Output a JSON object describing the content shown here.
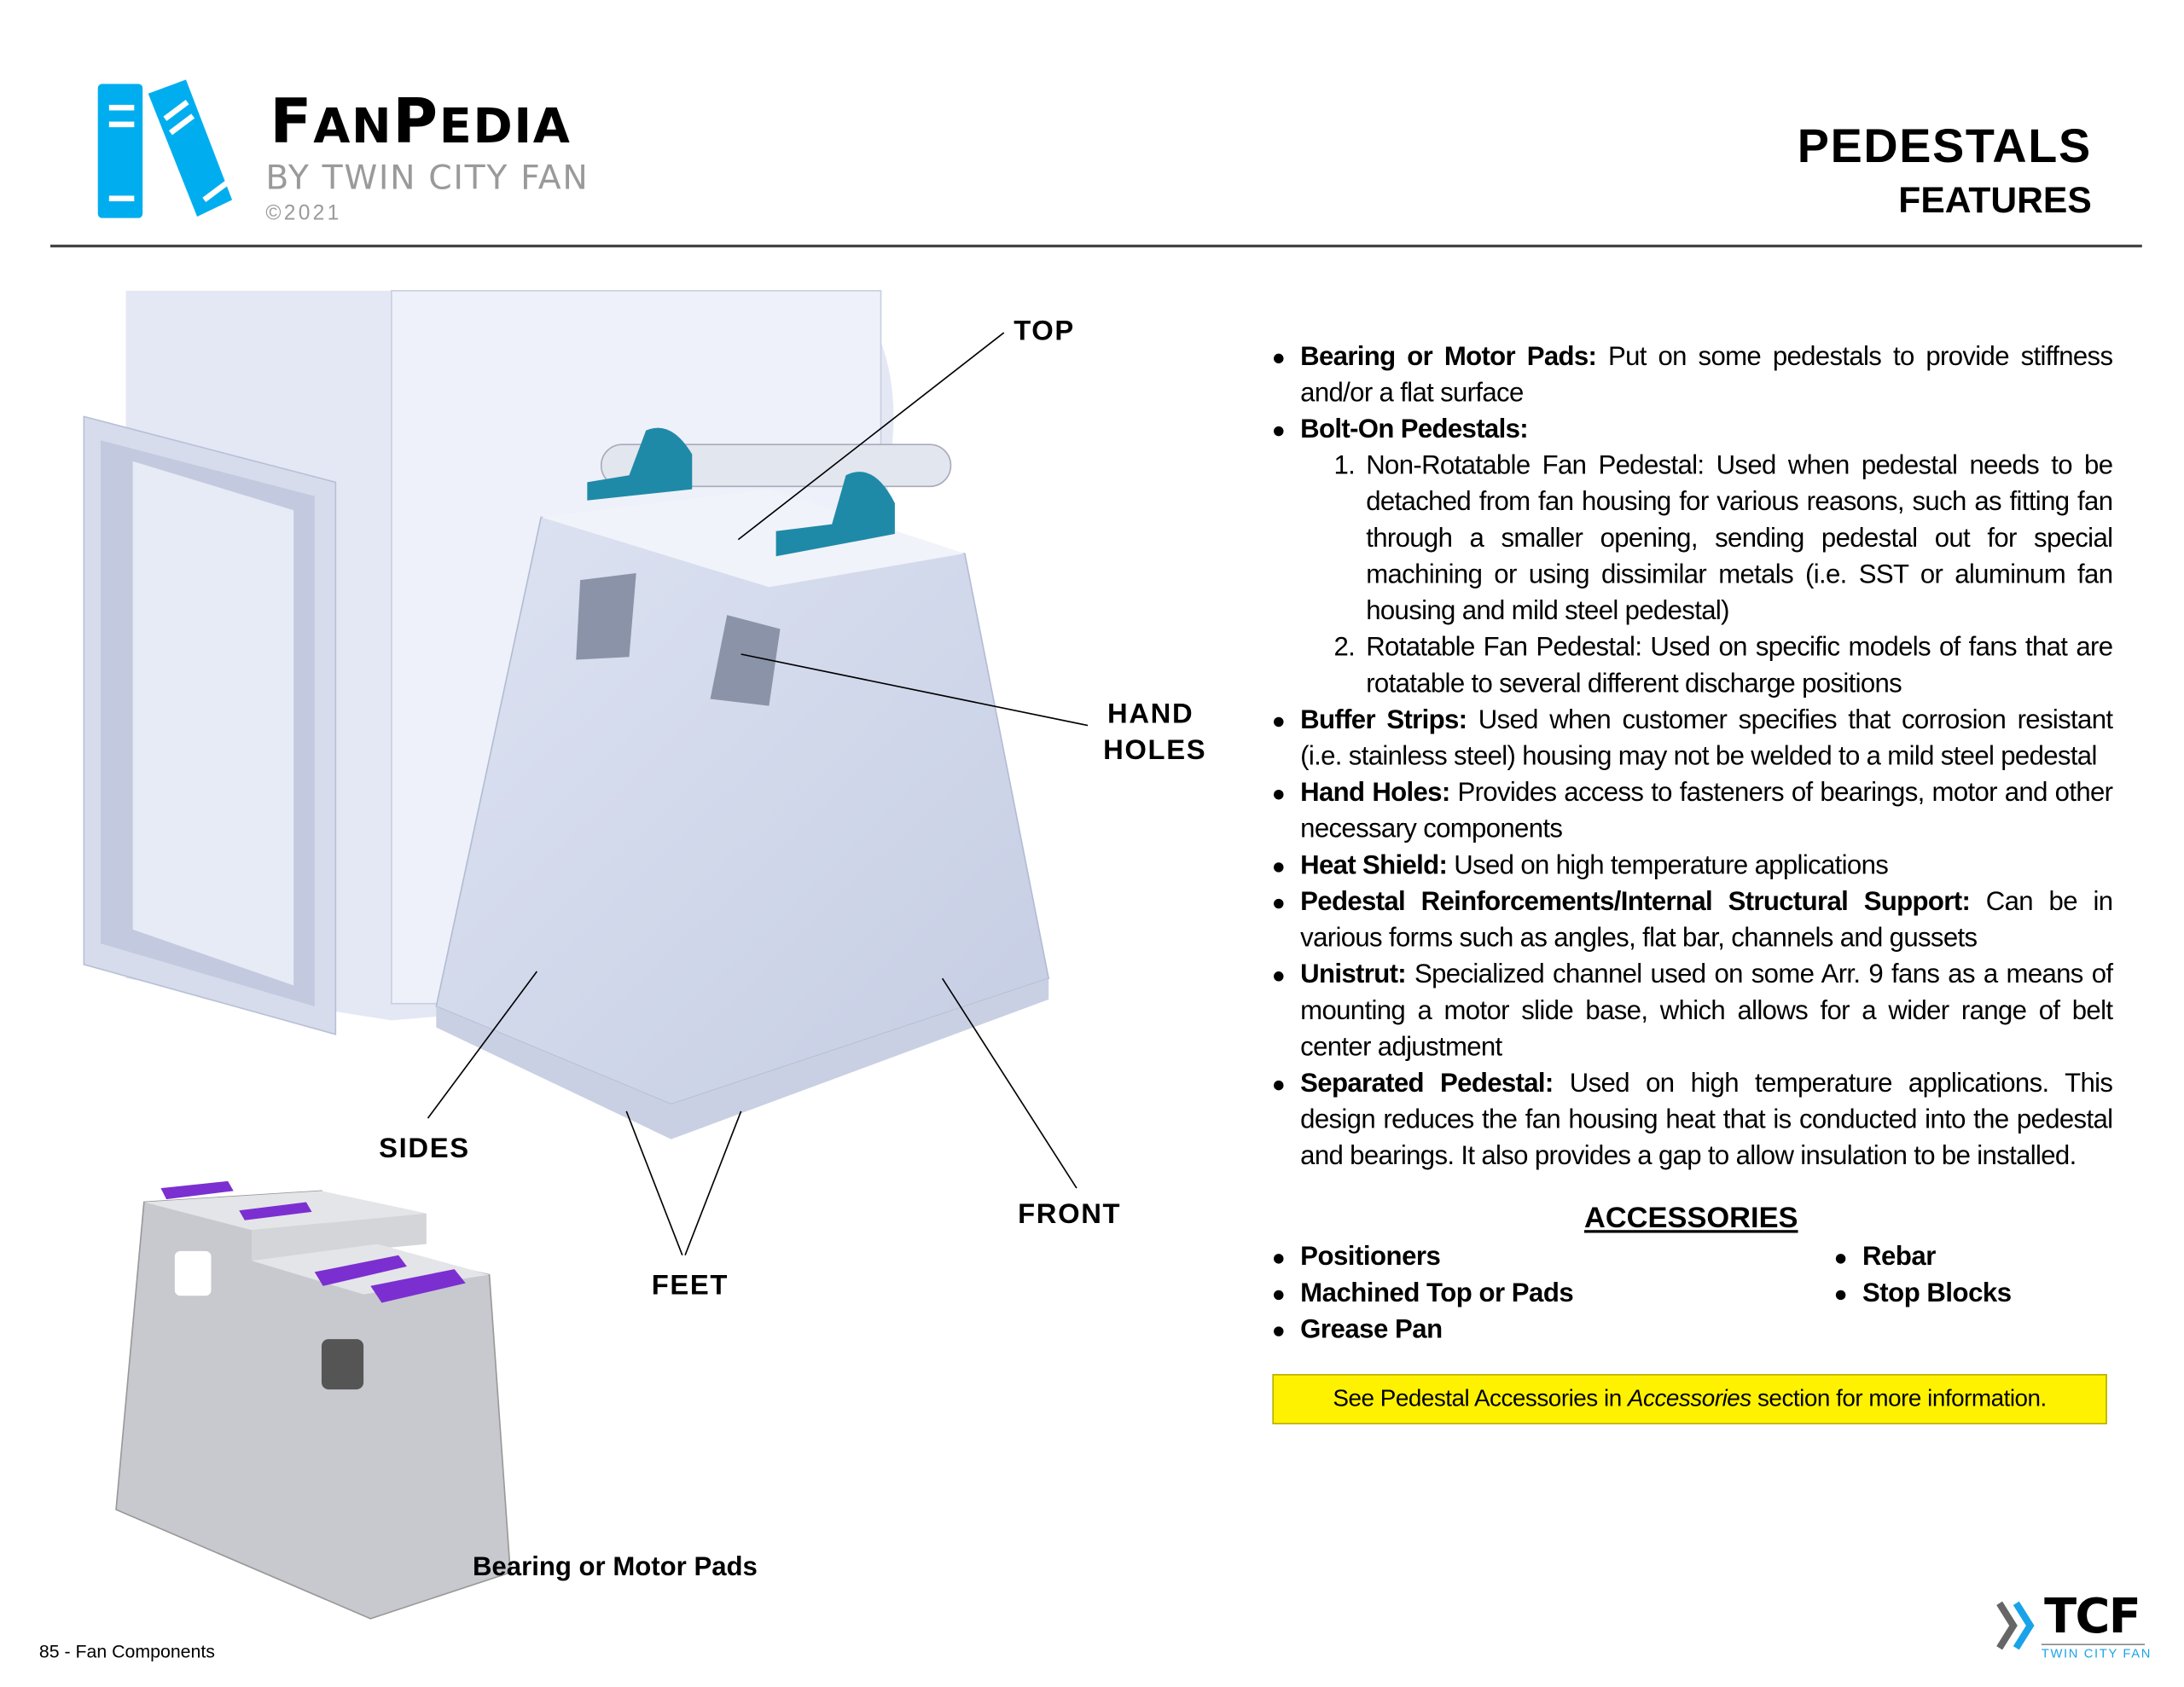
{
  "header": {
    "brand": {
      "cap1": "F",
      "rest1": "AN",
      "cap2": "P",
      "rest2": "EDIA"
    },
    "by_line": "BY TWIN CITY FAN",
    "copyright": "©2021",
    "title": "PEDESTALS",
    "subtitle": "FEATURES"
  },
  "labels": {
    "top": "TOP",
    "hand_holes_1": "HAND",
    "hand_holes_2": "HOLES",
    "sides": "SIDES",
    "front": "FRONT",
    "feet": "FEET",
    "pads_caption": "Bearing or Motor Pads"
  },
  "features": [
    {
      "term": "Bearing or Motor Pads:",
      "text": " Put on some pedestals to provide stiffness and/or a flat surface"
    },
    {
      "term": "Bolt-On Pedestals:",
      "text": "",
      "sub": [
        {
          "n": "1.",
          "text": "Non-Rotatable Fan Pedestal: Used when pedestal needs to be detached from fan housing for various reasons, such as fitting fan through a smaller opening,  sending pedestal out for special machining or using dissimilar metals (i.e. SST or aluminum fan housing and mild steel pedestal)"
        },
        {
          "n": "2.",
          "text": "Rotatable Fan Pedestal: Used on specific models of fans that are rotatable to several different discharge positions"
        }
      ]
    },
    {
      "term": "Buffer Strips:",
      "text": " Used when customer specifies that corrosion resistant (i.e. stainless steel) housing may not be welded to a mild steel pedestal"
    },
    {
      "term": "Hand Holes:",
      "text": " Provides access to fasteners of bearings, motor and other necessary components"
    },
    {
      "term": "Heat Shield:",
      "text": " Used on high temperature applications"
    },
    {
      "term": "Pedestal Reinforcements/Internal Structural Support:",
      "text": " Can be in various forms such as angles, flat bar, channels and gussets"
    },
    {
      "term": "Unistrut:",
      "text": " Specialized channel used on some Arr. 9 fans as a means of mounting a motor slide base, which allows for a wider range of belt center adjustment"
    },
    {
      "term": "Separated Pedestal:",
      "text": " Used on high temperature applications. This design reduces the fan housing heat that is conducted into the pedestal and bearings. It also provides a gap to allow insulation to be installed."
    }
  ],
  "accessories": {
    "heading": "ACCESSORIES",
    "left": [
      "Positioners",
      "Machined Top or Pads",
      "Grease Pan"
    ],
    "right": [
      "Rebar",
      "Stop Blocks"
    ]
  },
  "note": {
    "before": "See Pedestal Accessories in ",
    "italic": "Accessories",
    "after": " section for more information."
  },
  "footer": {
    "page": "85 - Fan Components",
    "logo": "TCF",
    "logo_sub": "TWIN CITY FAN"
  },
  "colors": {
    "brand_blue": "#00aeef",
    "note_bg": "#fff200",
    "pad_purple": "#7b2fd0",
    "bearing_teal": "#1f8aa8"
  }
}
